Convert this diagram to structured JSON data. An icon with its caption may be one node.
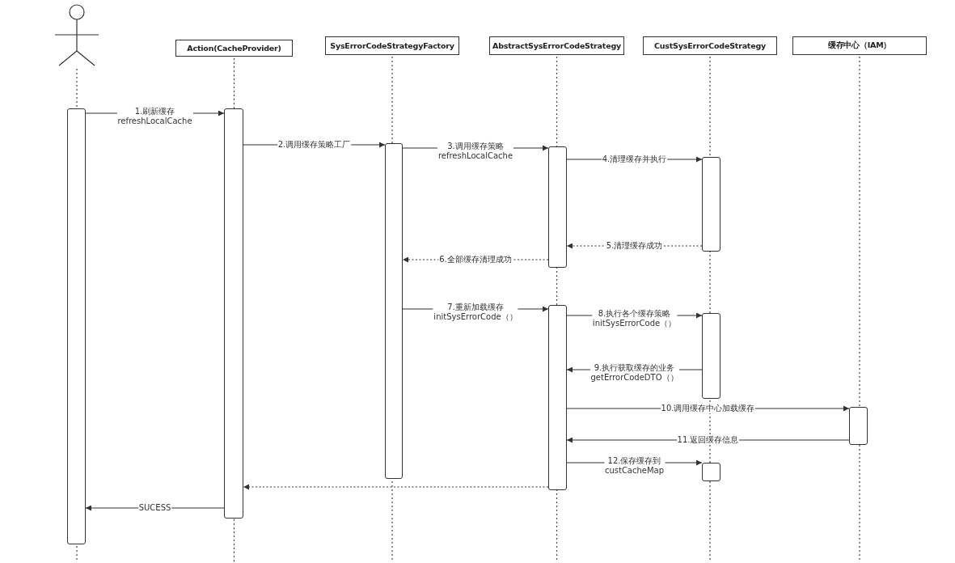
{
  "diagram": {
    "nodes": [
      {
        "text": [],
        "shape": "person"
      },
      {
        "text": [
          "Action(CacheProvider)"
        ]
      },
      {
        "text": [
          "SysErrorCodeStrategyFactory"
        ]
      },
      {
        "text": [
          "AbstractSysErrorCodeStrategy"
        ]
      },
      {
        "text": [
          "CustSysErrorCodeStrategy"
        ]
      },
      {
        "text": [
          "缓存中心（IAM）"
        ]
      },
      {
        "text": [],
        "shape": "bar"
      },
      {
        "text": [],
        "shape": "bar"
      },
      {
        "text": [],
        "shape": "bar"
      },
      {
        "text": [],
        "shape": "bar"
      },
      {
        "text": [],
        "shape": "bar"
      },
      {
        "text": [],
        "shape": "bar"
      },
      {
        "text": [],
        "shape": "bar"
      },
      {
        "text": [],
        "shape": "bar"
      },
      {
        "text": [],
        "shape": "bar"
      }
    ],
    "edges": [
      {
        "from": 6,
        "to": 7,
        "arrow": "to",
        "label": "1.刷新缓存 refreshLocalCache"
      },
      {
        "from": 7,
        "to": 8,
        "arrow": "to",
        "label": "2.调用缓存策略工厂"
      },
      {
        "from": 8,
        "to": 9,
        "arrow": "to",
        "label": "3.调用缓存策略 refreshLocalCache"
      },
      {
        "from": 9,
        "to": 10,
        "arrow": "to",
        "label": "4.清理缓存并执行"
      },
      {
        "from": 10,
        "to": 9,
        "arrow": "to",
        "label": "5.清理缓存成功",
        "style": "dashed"
      },
      {
        "from": 9,
        "to": 8,
        "arrow": "to",
        "label": "6.全部缓存清理成功",
        "style": "dashed"
      },
      {
        "from": 8,
        "to": 11,
        "arrow": "to",
        "label": "7.重新加载缓存 initSysErrorCode（）"
      },
      {
        "from": 11,
        "to": 12,
        "arrow": "to",
        "label": "8.执行各个缓存策略 initSysErrorCode（）"
      },
      {
        "from": 12,
        "to": 11,
        "arrow": "to",
        "label": "9.执行获取缓存的业务 getErrorCodeDTO（）"
      },
      {
        "from": 11,
        "to": 13,
        "arrow": "to",
        "label": "10.调用缓存中心加载缓存"
      },
      {
        "from": 13,
        "to": 11,
        "arrow": "to",
        "label": "11.返回缓存信息"
      },
      {
        "from": 11,
        "to": 14,
        "arrow": "to",
        "label": "12.保存缓存到 custCacheMap"
      },
      {
        "from": 11,
        "to": 7,
        "arrow": "to",
        "style": "dashed"
      },
      {
        "from": 7,
        "to": 6,
        "arrow": "to",
        "label": "SUCESS"
      }
    ]
  }
}
